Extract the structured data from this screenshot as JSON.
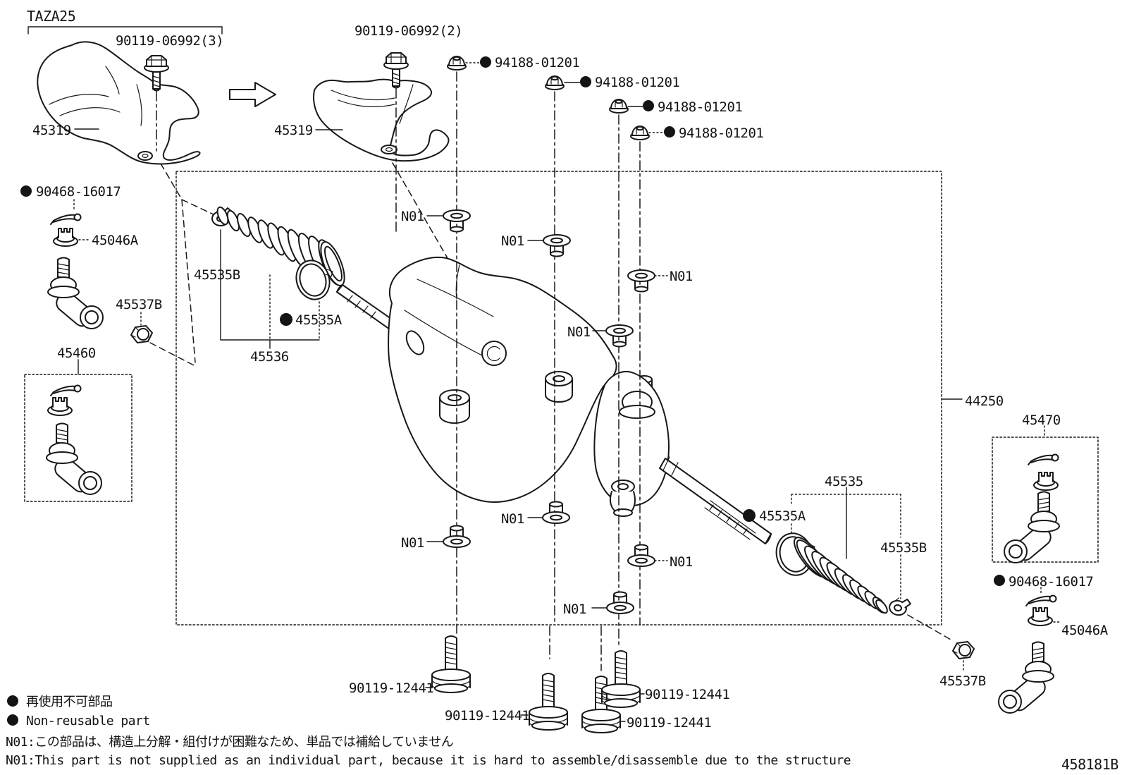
{
  "doc": {
    "model_code": "TAZA25",
    "figure_code": "458181B"
  },
  "parts": {
    "heat_shield": "45319",
    "shield_bolt_a": "90119-06992(3)",
    "shield_bolt_b": "90119-06992(2)",
    "mount_nut": "94188-01201",
    "cotter_pin": "90468-16017",
    "castle_nut": "45046A",
    "tie_rod_end_lh": "45460",
    "lock_nut": "45537B",
    "boot_clamp": "45535B",
    "boot_clip": "45535A",
    "boot_kit_lh": "45536",
    "boot_kit_rh": "45535",
    "steering_gear_assy": "44250",
    "tie_rod_end_rh": "45470",
    "mount_bolt": "90119-12441",
    "note_ref": "N01"
  },
  "legend": {
    "jp_non_reusable": "再使用不可部品",
    "en_non_reusable": "Non-reusable part",
    "jp_note": "N01:この部品は、構造上分解・組付けが困難なため、単品では補給していません",
    "en_note": "N01:This part is not supplied as an individual part, because it is hard to assemble/disassemble due to the structure"
  }
}
